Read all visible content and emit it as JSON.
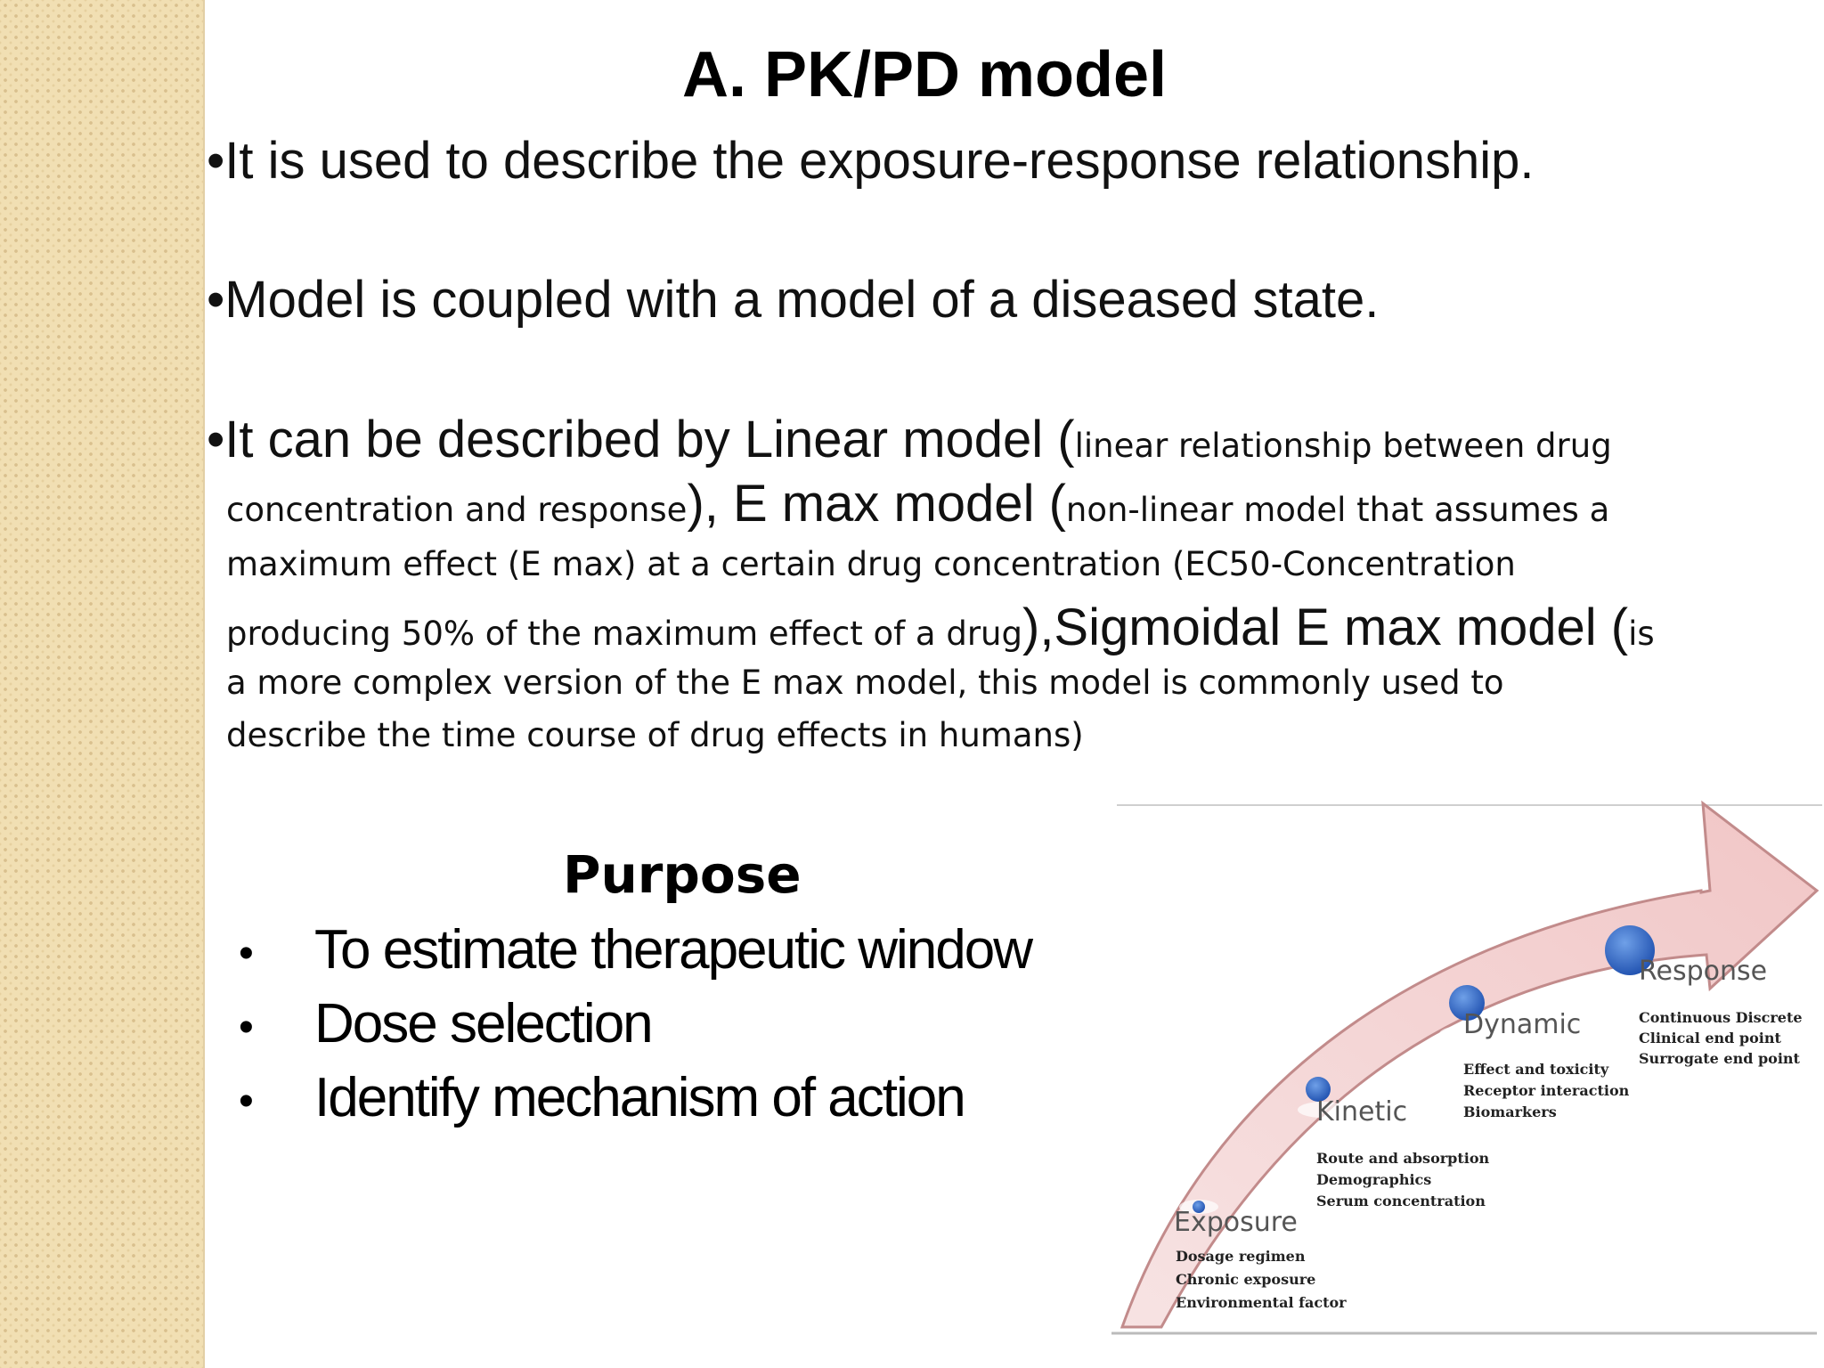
{
  "slide": {
    "title": "A. PK/PD model",
    "bullets": [
      "•It is used to describe the exposure-response relationship.",
      "•Model is coupled with a model of a diseased state."
    ],
    "models": {
      "p1": "•It can be described by Linear model (",
      "s1": "linear relationship between drug",
      "s2": "concentration and response",
      "p2": "), E max model (",
      "s3": "non-linear model that assumes a",
      "s4": "maximum effect (E max) at a certain drug concentration (EC50-Concentration",
      "s5": "producing 50% of the maximum effect of a drug",
      "p3": "),Sigmoidal E max model (",
      "s6": "is",
      "s7": "a more complex version of the E max model, this model is commonly used to",
      "s8": "describe the time course of drug effects in humans)"
    }
  },
  "purpose": {
    "title": "Purpose",
    "items": [
      "To estimate therapeutic window",
      "Dose selection",
      "Identify mechanism of action"
    ]
  },
  "figure": {
    "stages": [
      {
        "label": "Exposure",
        "notes": [
          "Dosage regimen",
          "Chronic exposure",
          "Environmental factor"
        ]
      },
      {
        "label": "Kinetic",
        "notes": [
          "Route and absorption",
          "Demographics",
          "Serum concentration"
        ]
      },
      {
        "label": "Dynamic",
        "notes": [
          "Effect and toxicity",
          "Receptor interaction",
          "Biomarkers"
        ]
      },
      {
        "label": "Response",
        "notes": [
          "Continuous Discrete",
          "Clinical end point",
          "Surrogate end point"
        ]
      }
    ]
  }
}
